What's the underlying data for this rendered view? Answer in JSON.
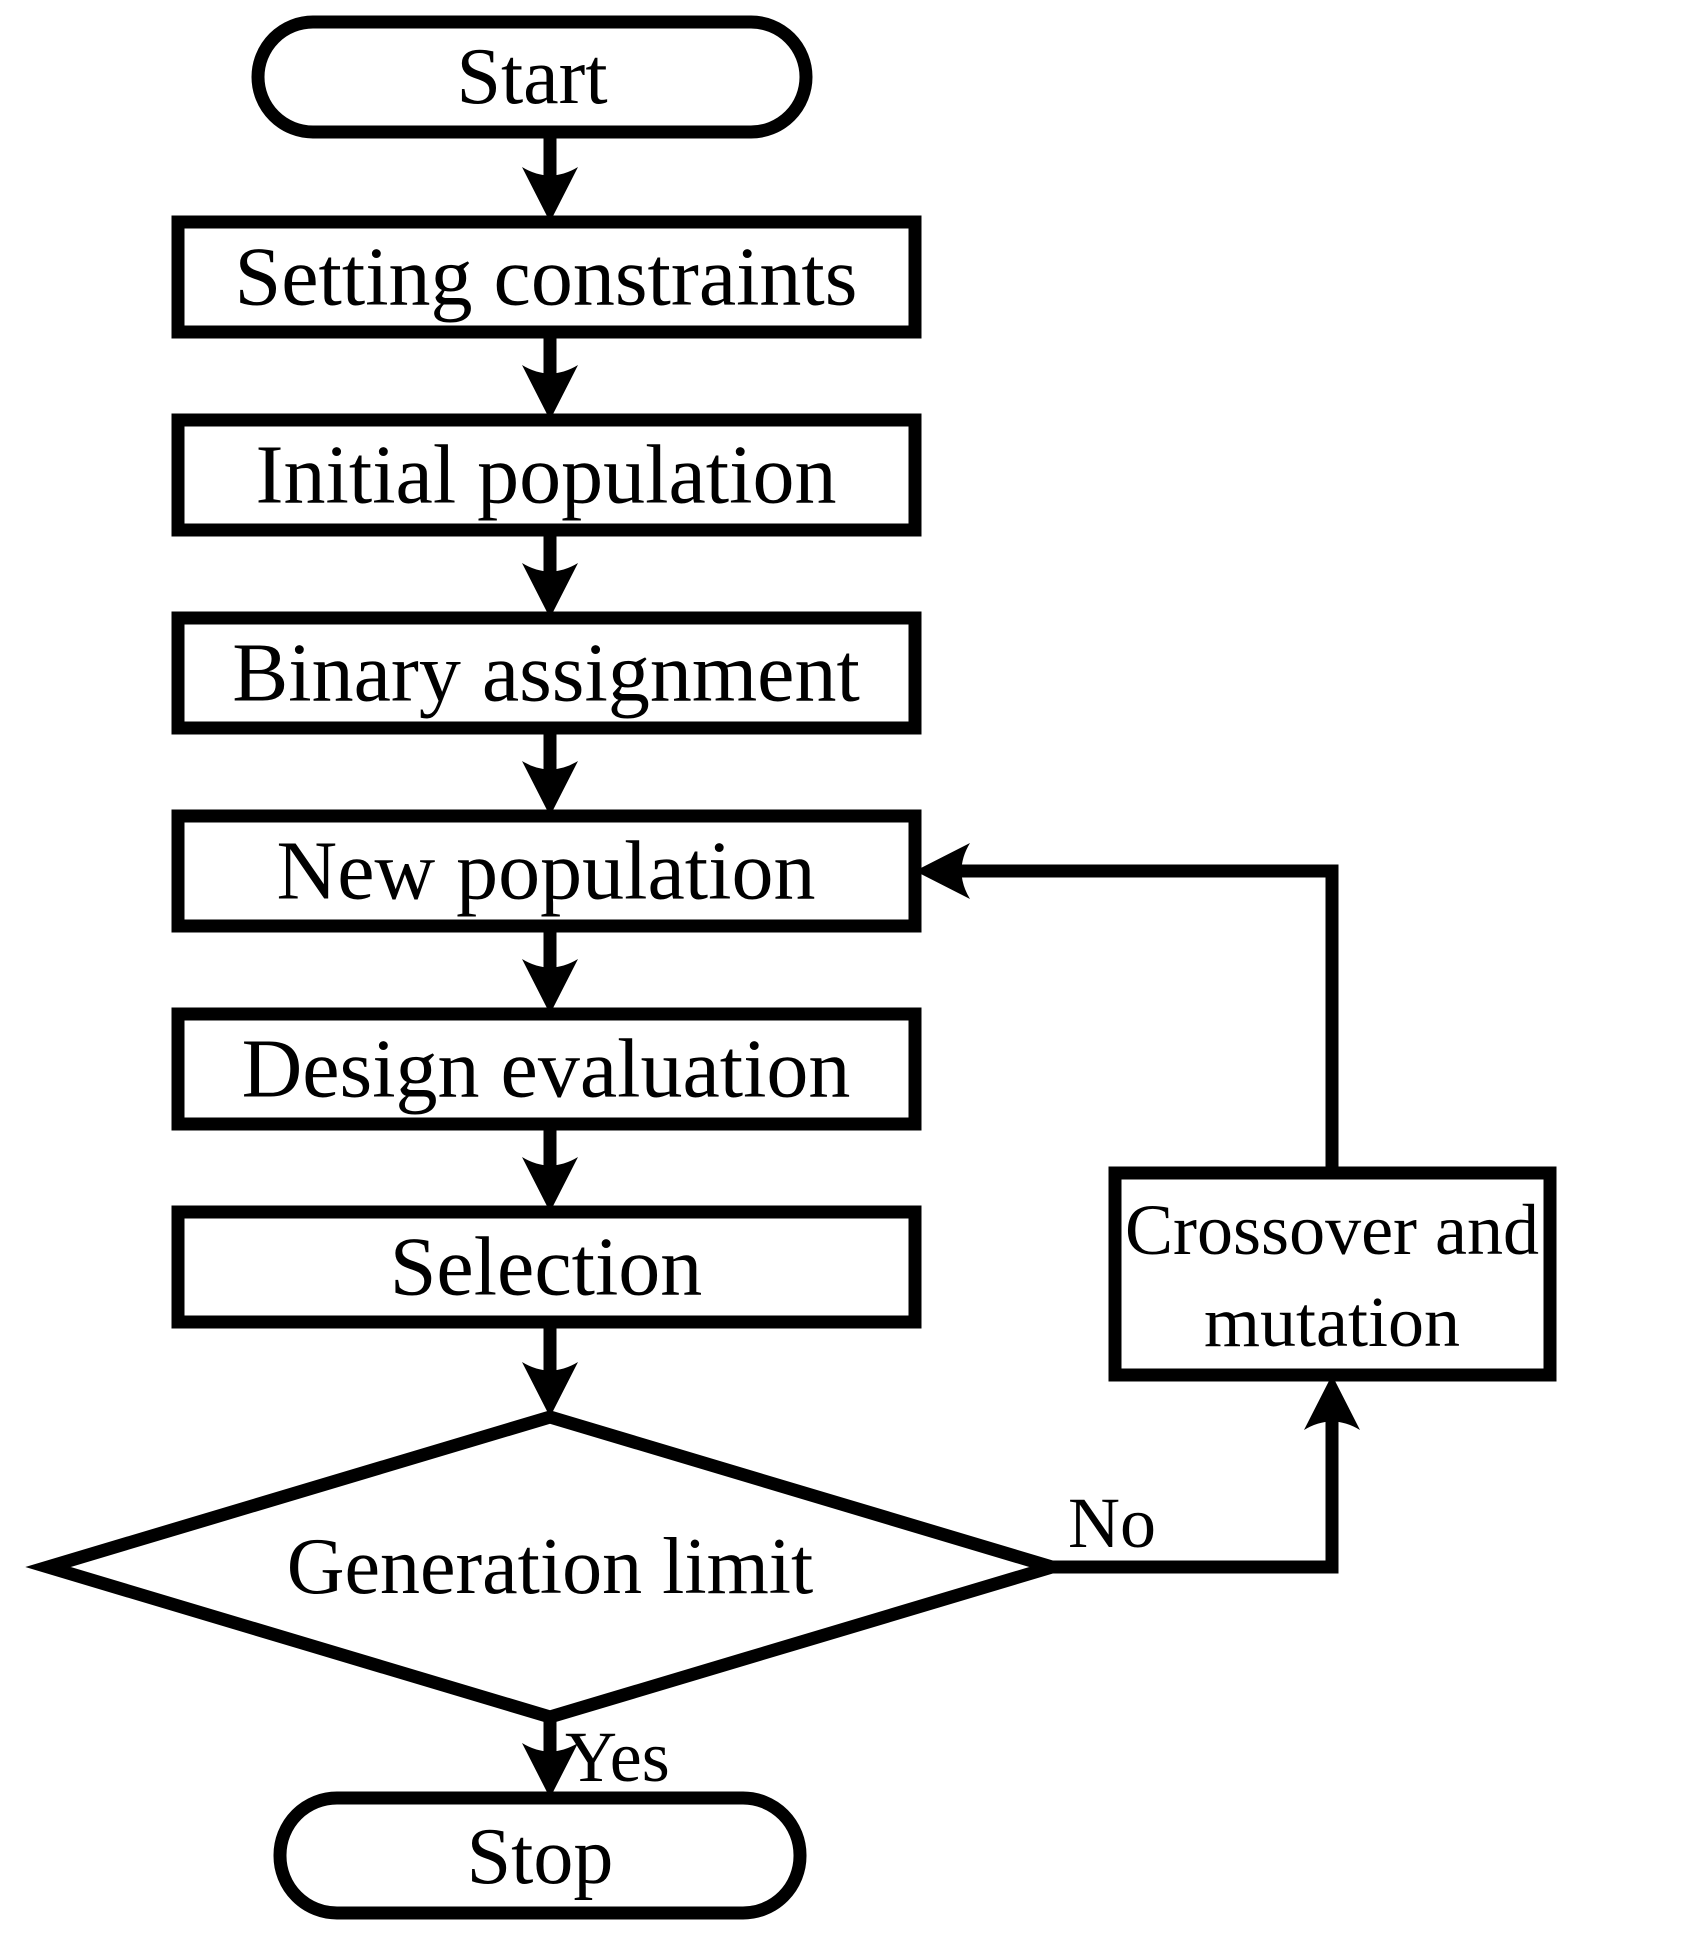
{
  "diagram": {
    "type": "flowchart",
    "description": "Genetic algorithm optimization flowchart",
    "colors": {
      "stroke": "#000000",
      "shape_fill": "#ffffff",
      "background": "#ffffff"
    },
    "nodes": {
      "start": {
        "shape": "terminator",
        "label": "Start"
      },
      "setting_constraints": {
        "shape": "process",
        "label": "Setting constraints"
      },
      "initial_population": {
        "shape": "process",
        "label": "Initial population"
      },
      "binary_assignment": {
        "shape": "process",
        "label": "Binary assignment"
      },
      "new_population": {
        "shape": "process",
        "label": "New population"
      },
      "design_evaluation": {
        "shape": "process",
        "label": "Design evaluation"
      },
      "selection": {
        "shape": "process",
        "label": "Selection"
      },
      "generation_limit": {
        "shape": "decision",
        "label": "Generation limit"
      },
      "crossover_mutation": {
        "shape": "process",
        "label": "Crossover and mutation",
        "label_lines": [
          "Crossover and",
          "mutation"
        ]
      },
      "stop": {
        "shape": "terminator",
        "label": "Stop"
      }
    },
    "edges": [
      {
        "from": "start",
        "to": "setting_constraints",
        "label": ""
      },
      {
        "from": "setting_constraints",
        "to": "initial_population",
        "label": ""
      },
      {
        "from": "initial_population",
        "to": "binary_assignment",
        "label": ""
      },
      {
        "from": "binary_assignment",
        "to": "new_population",
        "label": ""
      },
      {
        "from": "new_population",
        "to": "design_evaluation",
        "label": ""
      },
      {
        "from": "design_evaluation",
        "to": "selection",
        "label": ""
      },
      {
        "from": "selection",
        "to": "generation_limit",
        "label": ""
      },
      {
        "from": "generation_limit",
        "to": "stop",
        "label": "Yes"
      },
      {
        "from": "generation_limit",
        "to": "crossover_mutation",
        "label": "No"
      },
      {
        "from": "crossover_mutation",
        "to": "new_population",
        "label": ""
      }
    ]
  }
}
